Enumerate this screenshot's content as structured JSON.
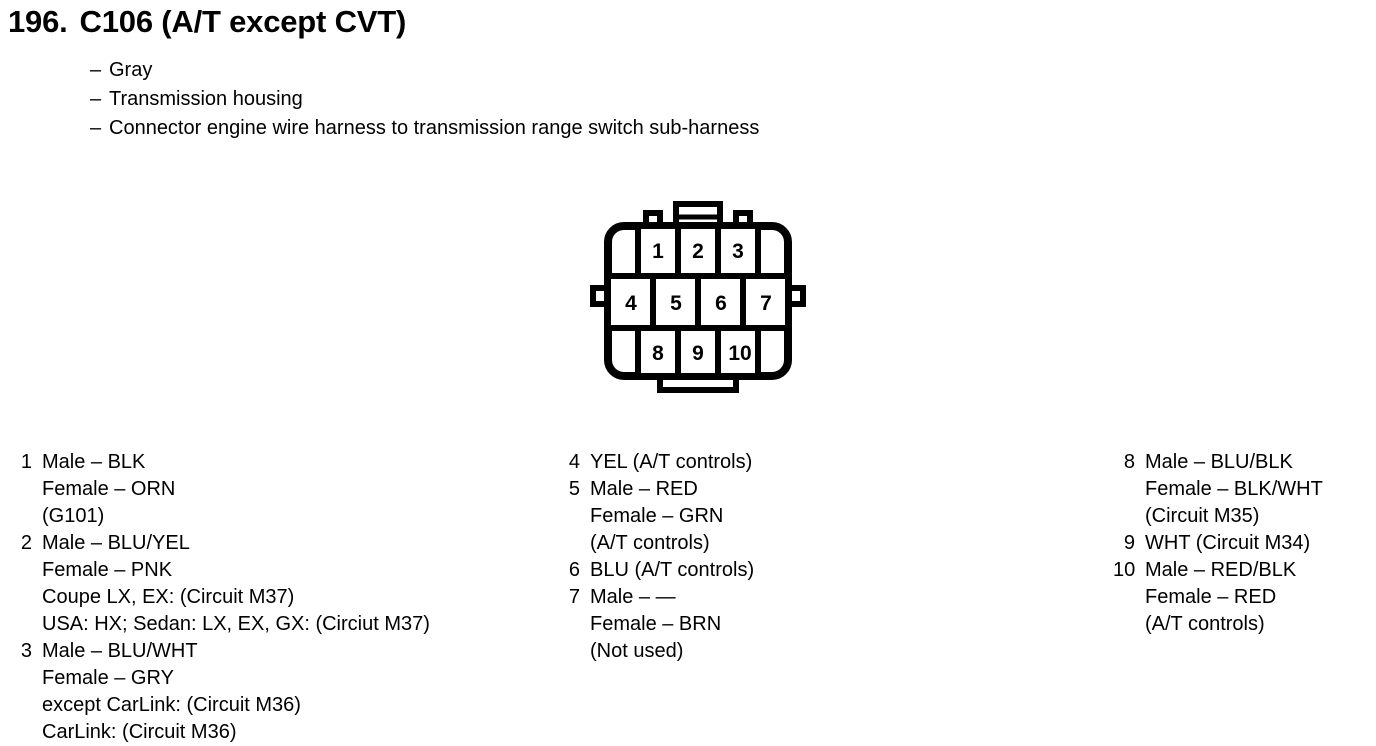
{
  "page": {
    "number": "196.",
    "title": "C106 (A/T except CVT)"
  },
  "description": {
    "dash": "–",
    "items": [
      "Gray",
      "Transmission housing",
      "Connector engine wire harness to transmission range switch sub-harness"
    ]
  },
  "connector": {
    "name": "connector-pin-diagram",
    "rows": [
      [
        "1",
        "2",
        "3"
      ],
      [
        "4",
        "5",
        "6",
        "7"
      ],
      [
        "8",
        "9",
        "10"
      ]
    ],
    "line_color": "#000000",
    "fill_color": "#ffffff"
  },
  "pin_legend": {
    "columns": [
      {
        "id": "left",
        "entries": [
          {
            "number": "1",
            "lines": [
              "Male – BLK",
              "Female – ORN",
              "(G101)"
            ]
          },
          {
            "number": "2",
            "lines": [
              "Male – BLU/YEL",
              "Female – PNK",
              "Coupe LX, EX: (Circuit M37)",
              "USA: HX; Sedan: LX, EX, GX: (Circiut M37)"
            ]
          },
          {
            "number": "3",
            "lines": [
              "Male – BLU/WHT",
              "Female – GRY",
              "except CarLink: (Circuit M36)",
              "CarLink: (Circuit M36)"
            ]
          }
        ]
      },
      {
        "id": "middle",
        "entries": [
          {
            "number": "4",
            "lines": [
              "YEL (A/T controls)"
            ]
          },
          {
            "number": "5",
            "lines": [
              "Male – RED",
              "Female – GRN",
              "(A/T controls)"
            ]
          },
          {
            "number": "6",
            "lines": [
              "BLU (A/T controls)"
            ]
          },
          {
            "number": "7",
            "lines": [
              "Male – —",
              "Female – BRN",
              "(Not used)"
            ]
          }
        ]
      },
      {
        "id": "right",
        "entries": [
          {
            "number": "8",
            "lines": [
              "Male – BLU/BLK",
              "Female – BLK/WHT",
              "(Circuit M35)"
            ]
          },
          {
            "number": "9",
            "lines": [
              "WHT (Circuit M34)"
            ]
          },
          {
            "number": "10",
            "lines": [
              "Male – RED/BLK",
              "Female – RED",
              "(A/T controls)"
            ]
          }
        ]
      }
    ]
  }
}
